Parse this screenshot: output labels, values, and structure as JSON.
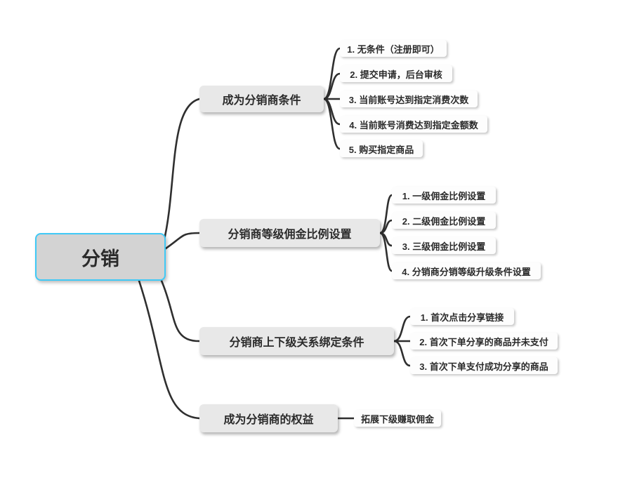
{
  "root": {
    "label": "分销"
  },
  "branches": [
    {
      "label": "成为分销商条件",
      "children": [
        "1. 无条件（注册即可）",
        "2. 提交申请，后台审核",
        "3. 当前账号达到指定消费次数",
        "4. 当前账号消费达到指定金额数",
        "5. 购买指定商品"
      ]
    },
    {
      "label": "分销商等级佣金比例设置",
      "children": [
        "1. 一级佣金比例设置",
        "2. 二级佣金比例设置",
        "3. 三级佣金比例设置",
        "4. 分销商分销等级升级条件设置"
      ]
    },
    {
      "label": "分销商上下级关系绑定条件",
      "children": [
        "1. 首次点击分享链接",
        "2. 首次下单分享的商品并未支付",
        "3. 首次下单支付成功分享的商品"
      ]
    },
    {
      "label": "成为分销商的权益",
      "children": [
        "拓展下级赚取佣金"
      ]
    }
  ],
  "colors": {
    "root_border": "#3fc9f6",
    "root_bg": "#d3d3d3",
    "node_bg": "#e8e8e8",
    "leaf_bg": "#fdfdfd",
    "line": "#2f2f2f"
  }
}
